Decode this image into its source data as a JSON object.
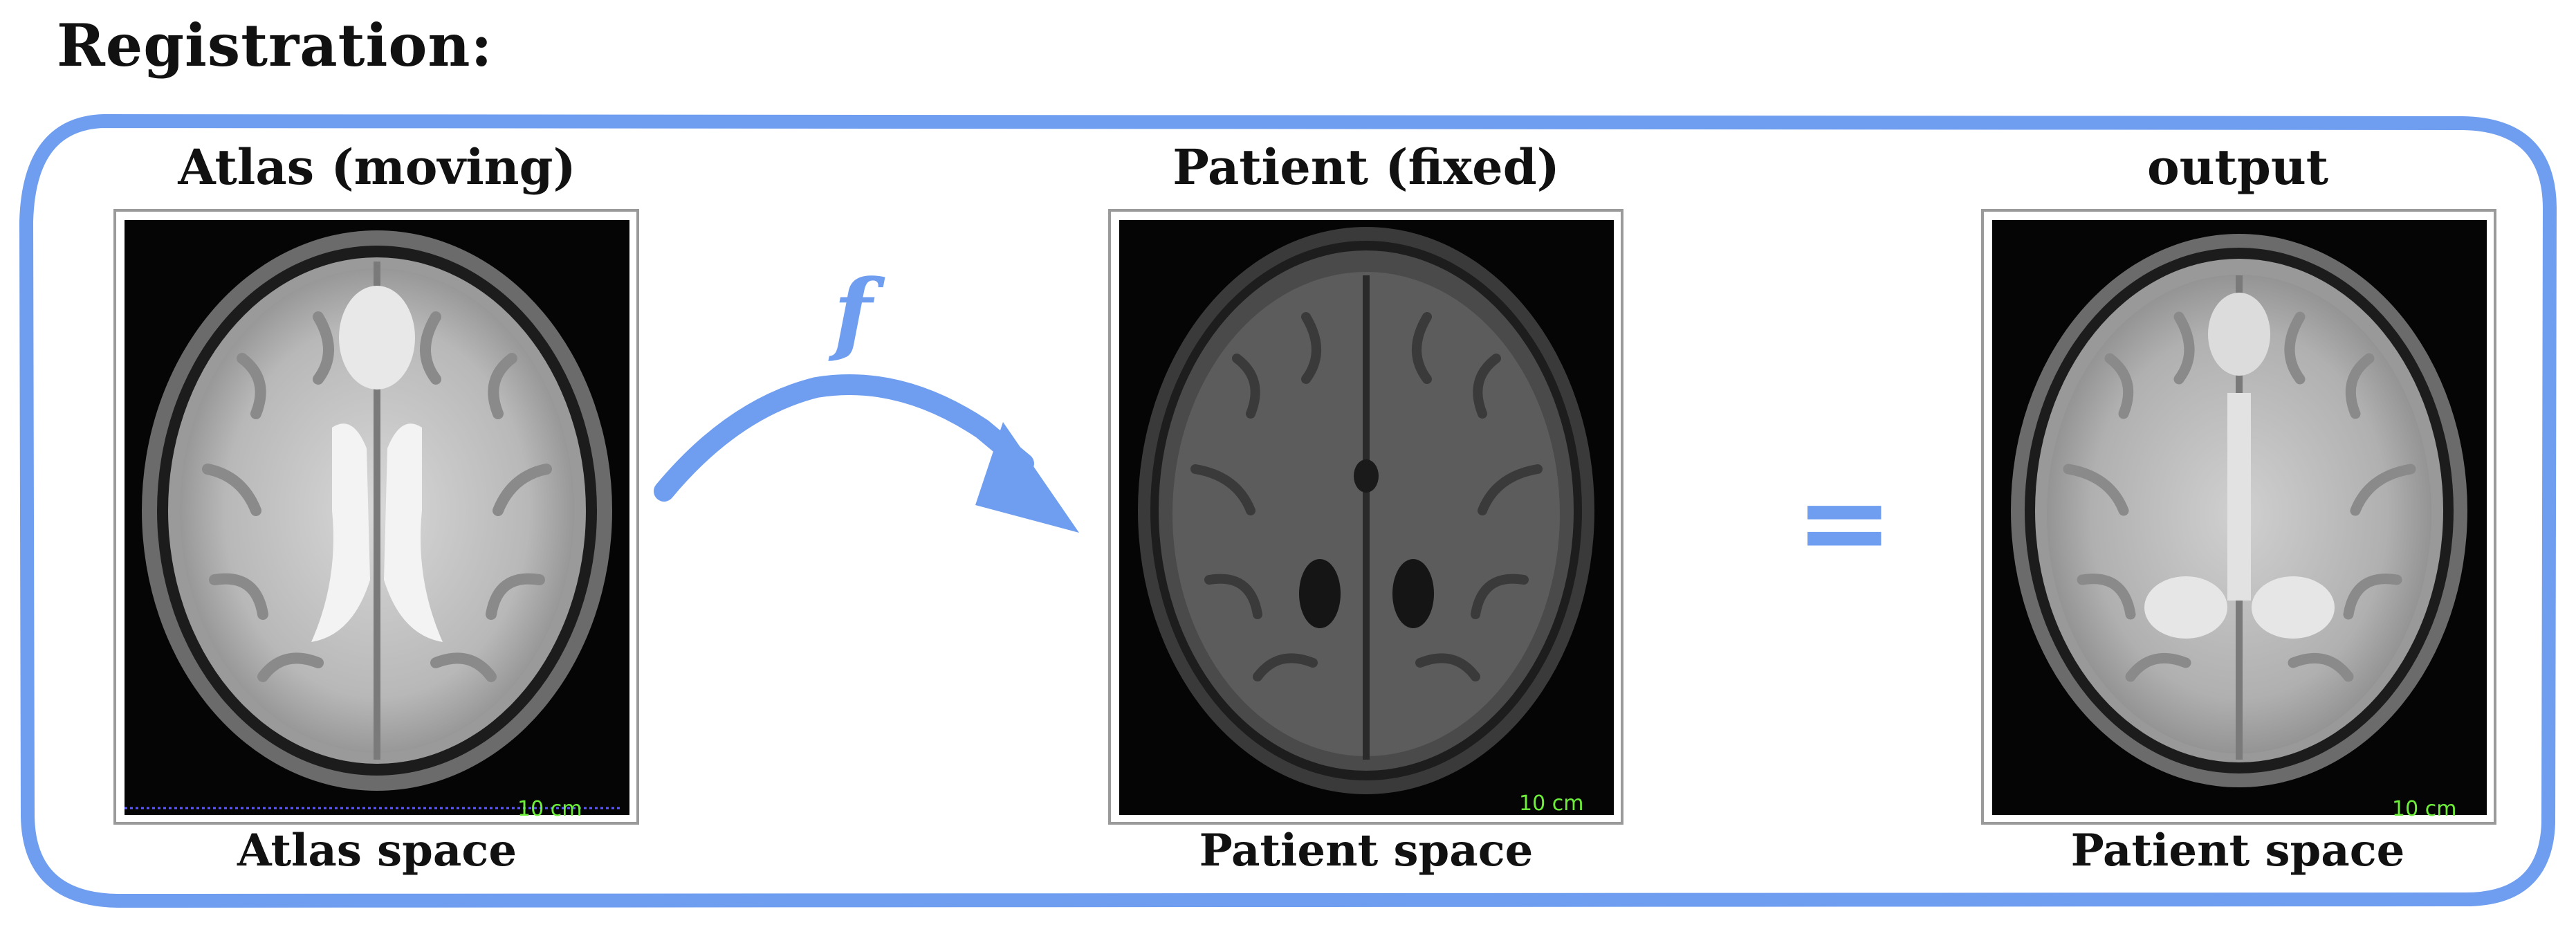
{
  "heading": "Registration:",
  "panels": {
    "atlas": {
      "title": "Atlas (moving)",
      "caption": "Atlas space",
      "scale": "10 cm"
    },
    "patient": {
      "title": "Patient (fixed)",
      "caption": "Patient space",
      "scale": "10 cm"
    },
    "output": {
      "title": "output",
      "caption": "Patient space",
      "scale": "10 cm"
    }
  },
  "transform_label": "f",
  "equals_sign": "=",
  "colors": {
    "accent": "#6f9ef0",
    "frame": "#6f9ef0",
    "image_bg": "#050505",
    "scale_text": "#6ef03a"
  },
  "icons": [
    "brain-scan-atlas",
    "brain-scan-patient",
    "brain-scan-output",
    "curved-arrow"
  ]
}
